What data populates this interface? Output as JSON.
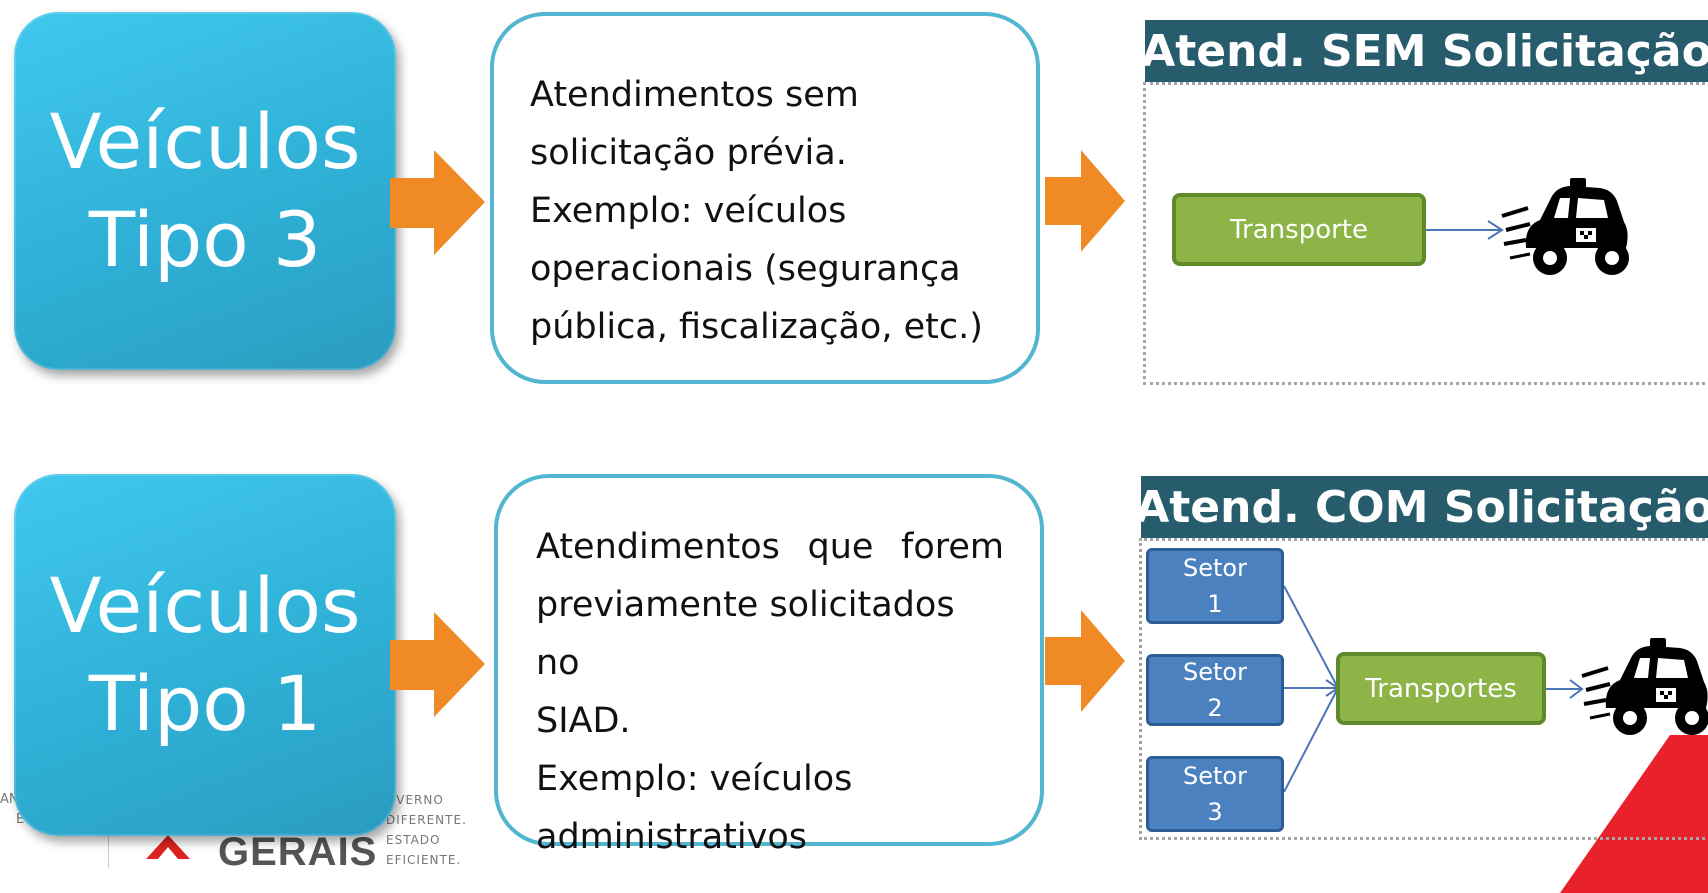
{
  "rows": [
    {
      "tile": {
        "line1": "Veículos",
        "line2": "Tipo 3"
      },
      "description": [
        "Atendimentos sem",
        "solicitação prévia.",
        "Exemplo: veículos",
        "operacionais (segurança",
        "pública, fiscalização, etc.)"
      ],
      "panel_title": "Atend. SEM Solicitação",
      "transport_label": "Transporte"
    },
    {
      "tile": {
        "line1": "Veículos",
        "line2": "Tipo 1"
      },
      "description": [
        "Atendimentos que forem",
        "previamente solicitados no",
        "SIAD.",
        "Exemplo: veículos",
        "administrativos"
      ],
      "panel_title": "Atend. COM Solicitação",
      "transport_label": "Transportes",
      "sectors": [
        {
          "line1": "Setor",
          "line2": "1"
        },
        {
          "line1": "Setor",
          "line2": "2"
        },
        {
          "line1": "Setor",
          "line2": "3"
        }
      ]
    }
  ],
  "footer_logo": {
    "left_text": [
      "ANEJA",
      "E GESTÃO"
    ],
    "brand": "GERAIS",
    "slogan": [
      "OVERNO",
      "DIFERENTE.",
      "ESTADO",
      "EFICIENTE."
    ]
  },
  "colors": {
    "tile": "#2fb0d6",
    "header": "#265c6c",
    "arrow": "#f08a24",
    "transport": "#8db447",
    "sector": "#4c81c0",
    "accent_red": "#e8212b"
  }
}
